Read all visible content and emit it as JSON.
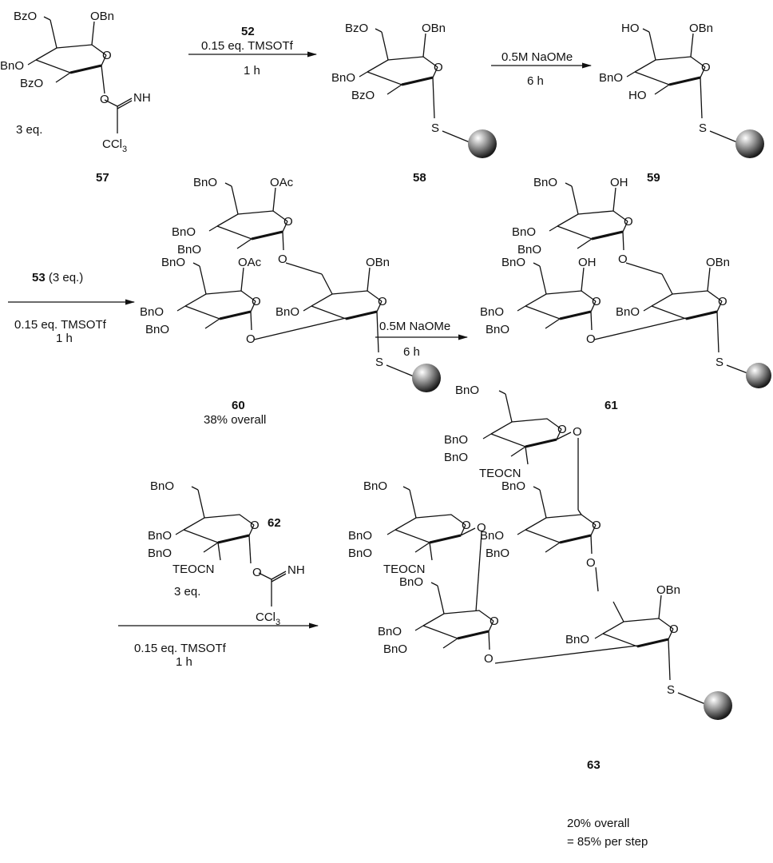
{
  "scheme": {
    "compounds": {
      "c57": {
        "number": "57",
        "eq": "3 eq.",
        "g6": "BzO",
        "g2": "OBn",
        "g4": "BnO",
        "g3": "BzO",
        "imine": "NH",
        "ccl3": "CCl3"
      },
      "c58": {
        "number": "58",
        "g6": "BzO",
        "g2": "OBn",
        "g4": "BnO",
        "g3": "BzO",
        "s": "S"
      },
      "c59": {
        "number": "59",
        "g6": "HO",
        "g2": "OBn",
        "g4": "BnO",
        "g3": "HO",
        "s": "S"
      },
      "c60": {
        "number": "60",
        "yield": "38% overall",
        "t_g6": "BnO",
        "t_g2": "OAc",
        "t_g4": "BnO",
        "t_g3": "BnO",
        "l_g6": "BnO",
        "l_g2": "OAc",
        "l_g4": "BnO",
        "l_g3": "BnO",
        "c_g2": "OBn",
        "c_g4": "BnO",
        "s": "S"
      },
      "c61": {
        "number": "61",
        "t_g6": "BnO",
        "t_g2": "OH",
        "t_g4": "BnO",
        "t_g3": "BnO",
        "l_g6": "BnO",
        "l_g2": "OH",
        "l_g4": "BnO",
        "l_g3": "BnO",
        "c_g2": "OBn",
        "c_g4": "BnO",
        "s": "S"
      },
      "c62": {
        "number": "62",
        "eq": "3 eq.",
        "g6": "BnO",
        "g4": "BnO",
        "g3": "BnO",
        "g2": "TEOCN",
        "imine": "NH",
        "ccl3": "CCl3"
      },
      "c63": {
        "number": "63",
        "yield1": "20% overall",
        "yield2": "= 85% per step",
        "tt_g6": "BnO",
        "tt_g4": "BnO",
        "tt_g3": "BnO",
        "tt_g2": "TEOCN",
        "tm_g6": "BnO",
        "tm_g4": "BnO",
        "tm_g3": "BnO",
        "lt_g6": "BnO",
        "lt_g4": "BnO",
        "lt_g3": "BnO",
        "lt_g2": "TEOCN",
        "lm_g6": "BnO",
        "lm_g4": "BnO",
        "lm_g3": "BnO",
        "c_g2": "OBn",
        "c_g4": "BnO",
        "s": "S"
      }
    },
    "arrows": {
      "a1": {
        "reagent": "52",
        "cond1": "0.15 eq. TMSOTf",
        "cond2": "1 h"
      },
      "a2": {
        "cond1": "0.5M NaOMe",
        "cond2": "6 h"
      },
      "a3": {
        "reagent": "53",
        "reagent_eq": "(3 eq.)",
        "cond1": "0.15 eq. TMSOTf",
        "cond2": "1 h"
      },
      "a4": {
        "cond1": "0.5M NaOMe",
        "cond2": "6 h"
      },
      "a5": {
        "cond1": "0.15 eq. TMSOTf",
        "cond2": "1 h"
      }
    }
  }
}
